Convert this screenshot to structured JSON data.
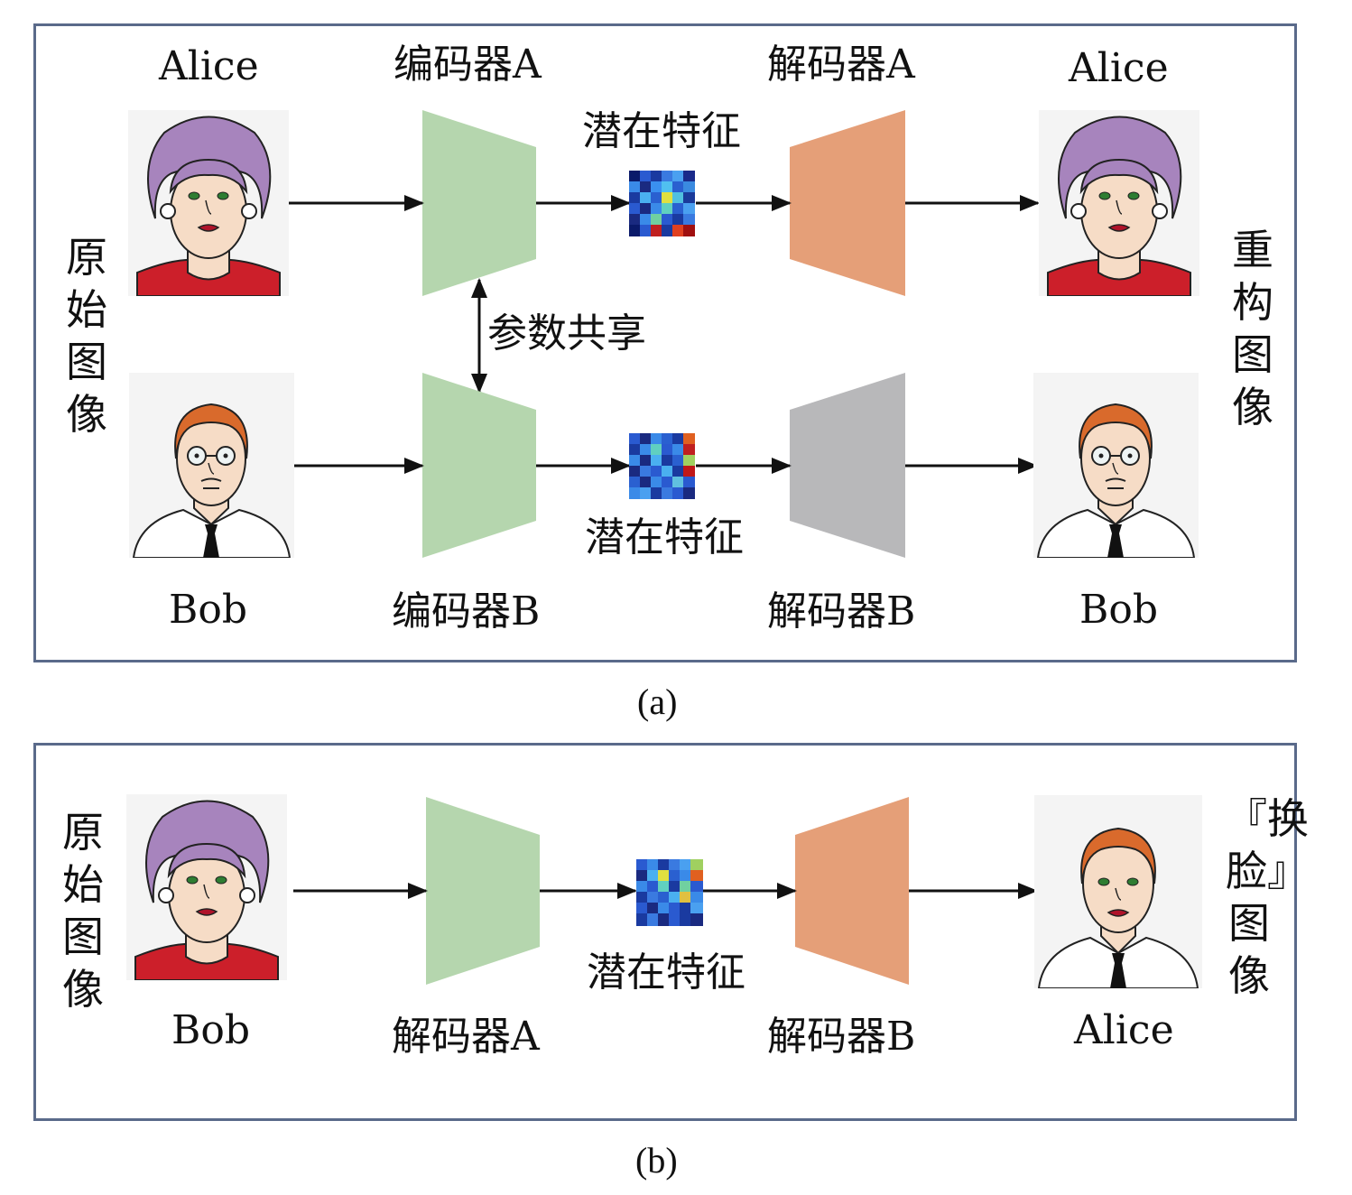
{
  "panel_a": {
    "caption": "(a)",
    "left_label": "原始图像",
    "right_label": "重构图像",
    "top_left_name": "Alice",
    "top_right_name": "Alice",
    "bottom_left_name": "Bob",
    "bottom_right_name": "Bob",
    "encoder_a": "编码器A",
    "encoder_b": "编码器B",
    "decoder_a": "解码器A",
    "decoder_b": "解码器B",
    "latent_top": "潜在特征",
    "latent_bottom": "潜在特征",
    "shared": "参数共享"
  },
  "panel_b": {
    "caption": "(b)",
    "left_label": "原始图像",
    "right_label": "『换脸』图像",
    "left_name": "Bob",
    "right_name": "Alice",
    "module_left": "解码器A",
    "module_right": "解码器B",
    "latent": "潜在特征"
  },
  "colors": {
    "encoder": "#b5d6ae",
    "decoder_active": "#e59f78",
    "decoder_inactive": "#b8b8ba",
    "border": "#5a6a8a"
  }
}
